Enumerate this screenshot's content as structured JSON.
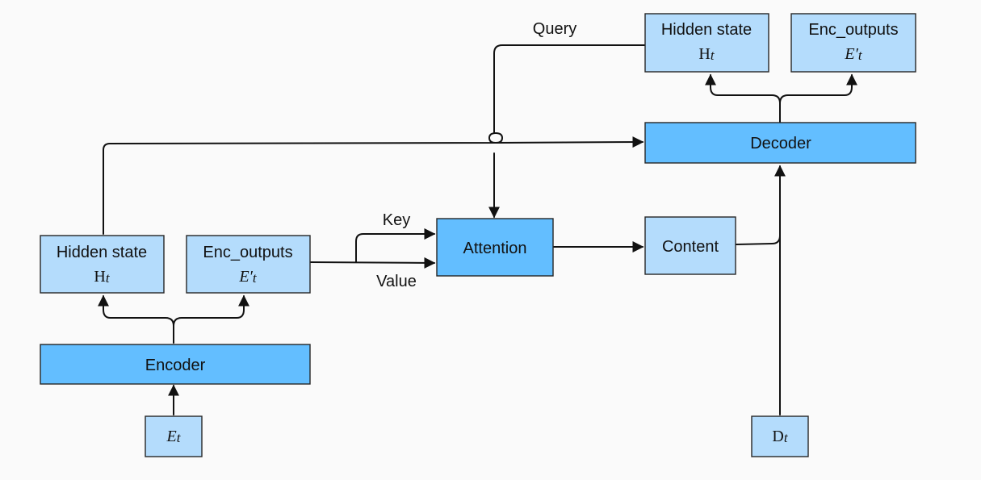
{
  "encoder": {
    "label": "Encoder",
    "hidden_state": {
      "title": "Hidden state",
      "symbol": "H",
      "subscript": "t"
    },
    "enc_outputs": {
      "title": "Enc_outputs",
      "symbol": "E′",
      "subscript": "t"
    },
    "input": {
      "symbol": "E",
      "subscript": "t"
    }
  },
  "decoder": {
    "label": "Decoder",
    "hidden_state": {
      "title": "Hidden state",
      "symbol": "H",
      "subscript": "t"
    },
    "enc_outputs": {
      "title": "Enc_outputs",
      "symbol": "E′",
      "subscript": "t"
    },
    "input": {
      "symbol": "D",
      "subscript": "t"
    }
  },
  "attention": {
    "label": "Attention"
  },
  "content": {
    "label": "Content"
  },
  "edge_labels": {
    "query": "Query",
    "key": "Key",
    "value": "Value"
  },
  "colors": {
    "box_light": "#b4dcfc",
    "box_dark": "#63beff",
    "stroke": "#111111",
    "background": "#fafafa"
  }
}
